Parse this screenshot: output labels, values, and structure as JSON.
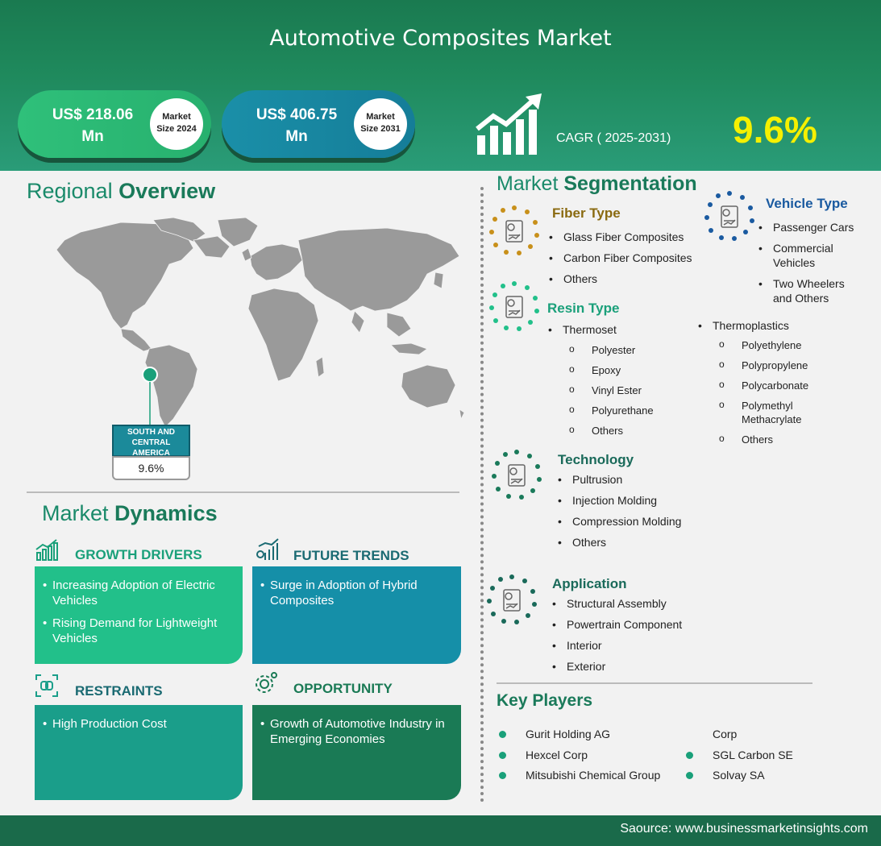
{
  "header": {
    "title": "Automotive Composites Market",
    "market_size_2024": {
      "value_line1": "US$ 218.06",
      "value_line2": "Mn",
      "badge_line1": "Market",
      "badge_line2": "Size 2024"
    },
    "market_size_2031": {
      "value_line1": "US$ 406.75",
      "value_line2": "Mn",
      "badge_line1": "Market",
      "badge_line2": "Size 2031"
    },
    "cagr_label": "CAGR ( 2025-2031)",
    "cagr_value": "9.6%"
  },
  "regional": {
    "title_light": "Regional ",
    "title_bold": "Overview",
    "region_line1": "SOUTH AND",
    "region_line2": "CENTRAL",
    "region_line3": "AMERICA",
    "region_value": "9.6%"
  },
  "dynamics": {
    "title_light": "Market ",
    "title_bold": "Dynamics",
    "growth_drivers": {
      "title": "GROWTH DRIVERS",
      "items": [
        "Increasing Adoption of Electric Vehicles",
        "Rising Demand for Lightweight Vehicles"
      ]
    },
    "future_trends": {
      "title": "FUTURE TRENDS",
      "items": [
        "Surge in Adoption of Hybrid Composites"
      ]
    },
    "restraints": {
      "title": "RESTRAINTS",
      "items": [
        "High Production Cost"
      ]
    },
    "opportunity": {
      "title": "OPPORTUNITY",
      "items": [
        "Growth of Automotive Industry in Emerging Economies"
      ]
    }
  },
  "segmentation": {
    "title_light": "Market ",
    "title_bold": "Segmentation",
    "fiber_type": {
      "title": "Fiber Type",
      "items": [
        "Glass Fiber Composites",
        "Carbon Fiber Composites",
        "Others"
      ]
    },
    "vehicle_type": {
      "title": "Vehicle Type",
      "items": [
        "Passenger Cars",
        "Commercial Vehicles",
        "Two Wheelers and Others"
      ]
    },
    "resin_type": {
      "title": "Resin Type",
      "thermoset": {
        "label": "Thermoset",
        "items": [
          "Polyester",
          "Epoxy",
          "Vinyl Ester",
          "Polyurethane",
          "Others"
        ]
      },
      "thermoplastics": {
        "label": "Thermoplastics",
        "items": [
          "Polyethylene",
          "Polypropylene",
          "Polycarbonate",
          "Polymethyl Methacrylate",
          "Others"
        ]
      }
    },
    "technology": {
      "title": "Technology",
      "items": [
        "Pultrusion",
        "Injection Molding",
        "Compression Molding",
        "Others"
      ]
    },
    "application": {
      "title": "Application",
      "items": [
        "Structural Assembly",
        "Powertrain Component",
        "Interior",
        "Exterior"
      ]
    }
  },
  "key_players": {
    "title": "Key Players",
    "left": [
      "Gurit Holding AG",
      "Hexcel Corp",
      "Mitsubishi Chemical Group"
    ],
    "right_top": "Corp",
    "right": [
      "SGL Carbon SE",
      "Solvay SA"
    ]
  },
  "footer": {
    "source": "Saource: www.businessmarketinsights.com"
  },
  "colors": {
    "header_green": "#1f8a5d",
    "cagr_yellow": "#f5f000",
    "card_green": "#22c08a",
    "card_blue": "#158fa8",
    "card_teal": "#1a9e8a",
    "card_dark_green": "#1a7a55"
  }
}
